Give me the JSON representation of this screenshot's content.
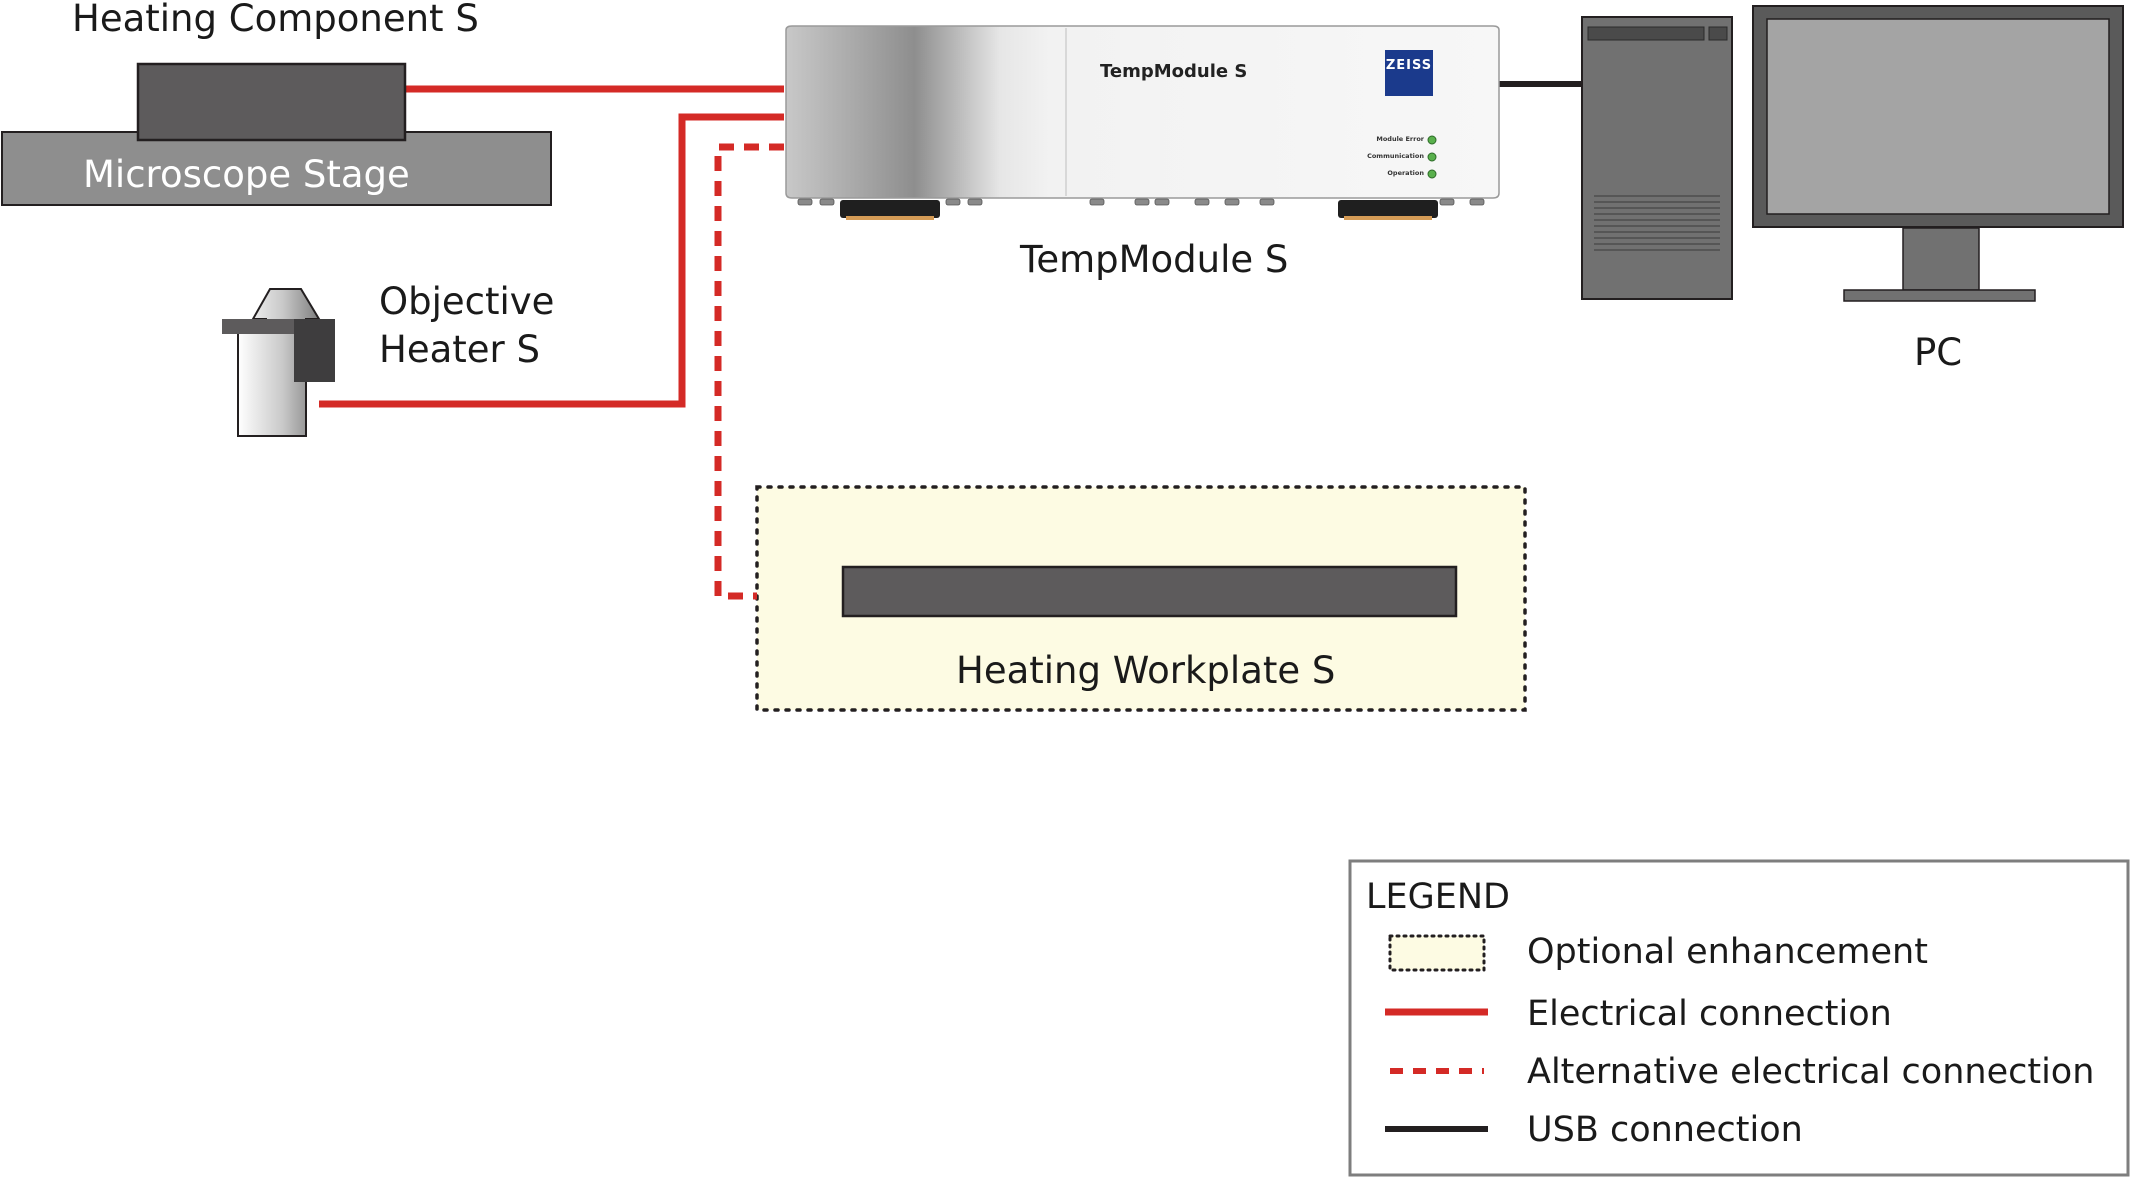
{
  "components": {
    "heating_component": "Heating Component S",
    "microscope_stage": "Microscope Stage",
    "objective_heater_line1": "Objective",
    "objective_heater_line2": "Heater S",
    "tempmodule_label": "TempModule S",
    "tempmodule_front_text": "TempModule S",
    "zeiss_logo": "ZEISS",
    "led_labels": [
      "Module Error",
      "Communication",
      "Operation"
    ],
    "pc": "PC",
    "workplate": "Heating Workplate S"
  },
  "legend": {
    "title": "LEGEND",
    "items": [
      {
        "label": "Optional enhancement",
        "style": "optional-box"
      },
      {
        "label": "Electrical connection",
        "style": "solid-red"
      },
      {
        "label": "Alternative electrical connection",
        "style": "dashed-red"
      },
      {
        "label": "USB connection",
        "style": "solid-black"
      }
    ]
  },
  "colors": {
    "electrical": "#d42a26",
    "usb": "#231f20",
    "optional_fill": "#fdfbe3",
    "zeiss_blue": "#1b3a8c",
    "led_green": "#59b04c"
  }
}
